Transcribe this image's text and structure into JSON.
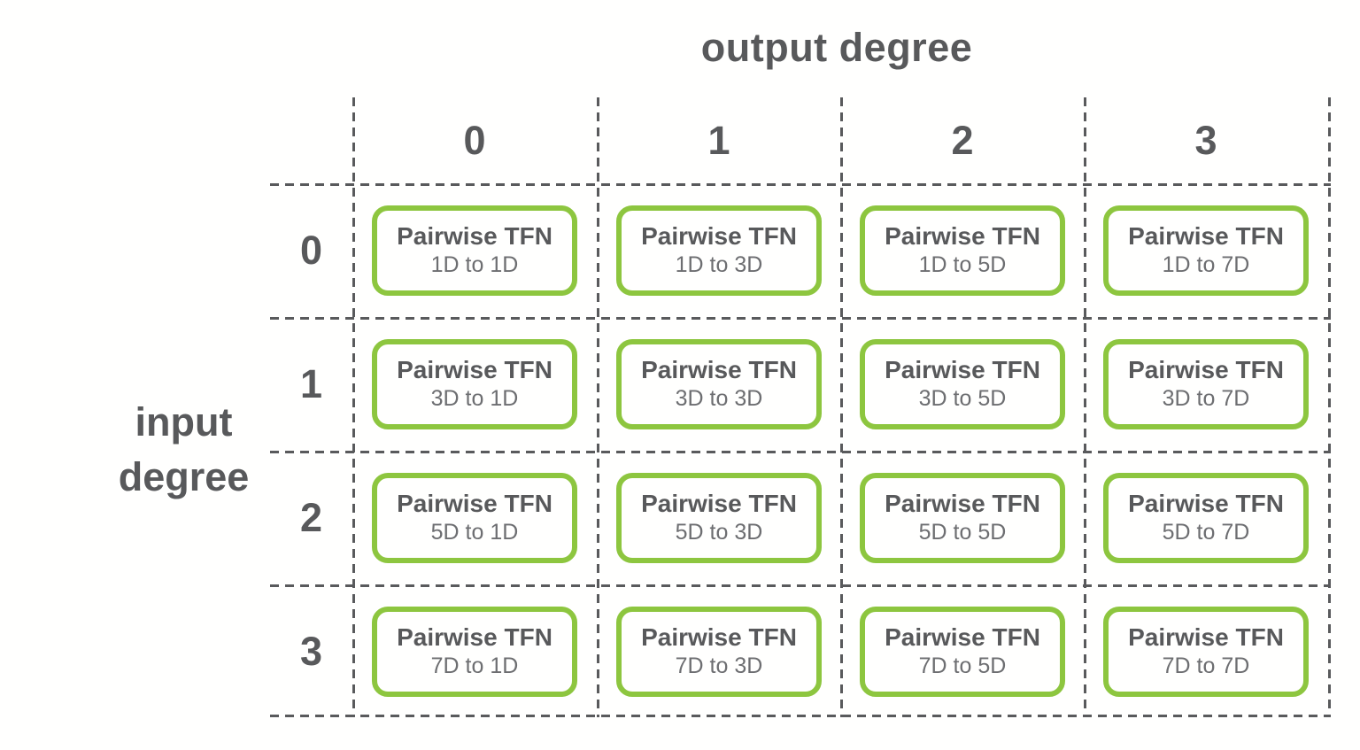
{
  "diagram": {
    "title": "output degree",
    "row_axis": {
      "line1": "input",
      "line2": "degree"
    },
    "columns": [
      "0",
      "1",
      "2",
      "3"
    ],
    "rows": [
      {
        "label": "0",
        "cells": [
          {
            "title": "Pairwise TFN",
            "subtitle": "1D to 1D"
          },
          {
            "title": "Pairwise TFN",
            "subtitle": "1D to 3D"
          },
          {
            "title": "Pairwise TFN",
            "subtitle": "1D to 5D"
          },
          {
            "title": "Pairwise TFN",
            "subtitle": "1D to 7D"
          }
        ]
      },
      {
        "label": "1",
        "cells": [
          {
            "title": "Pairwise TFN",
            "subtitle": "3D to 1D"
          },
          {
            "title": "Pairwise TFN",
            "subtitle": "3D to 3D"
          },
          {
            "title": "Pairwise TFN",
            "subtitle": "3D to 5D"
          },
          {
            "title": "Pairwise TFN",
            "subtitle": "3D to 7D"
          }
        ]
      },
      {
        "label": "2",
        "cells": [
          {
            "title": "Pairwise TFN",
            "subtitle": "5D to 1D"
          },
          {
            "title": "Pairwise TFN",
            "subtitle": "5D to 3D"
          },
          {
            "title": "Pairwise TFN",
            "subtitle": "5D to 5D"
          },
          {
            "title": "Pairwise TFN",
            "subtitle": "5D to 7D"
          }
        ]
      },
      {
        "label": "3",
        "cells": [
          {
            "title": "Pairwise TFN",
            "subtitle": "7D to 1D"
          },
          {
            "title": "Pairwise TFN",
            "subtitle": "7D to 3D"
          },
          {
            "title": "Pairwise TFN",
            "subtitle": "7D to 5D"
          },
          {
            "title": "Pairwise TFN",
            "subtitle": "7D to 7D"
          }
        ]
      }
    ],
    "colors": {
      "box_border_green": "#8DC63F",
      "text_dark": "#58595B",
      "text_muted": "#6D6E71",
      "dash_gray": "#595A5C",
      "background": "#FFFFFE"
    }
  }
}
